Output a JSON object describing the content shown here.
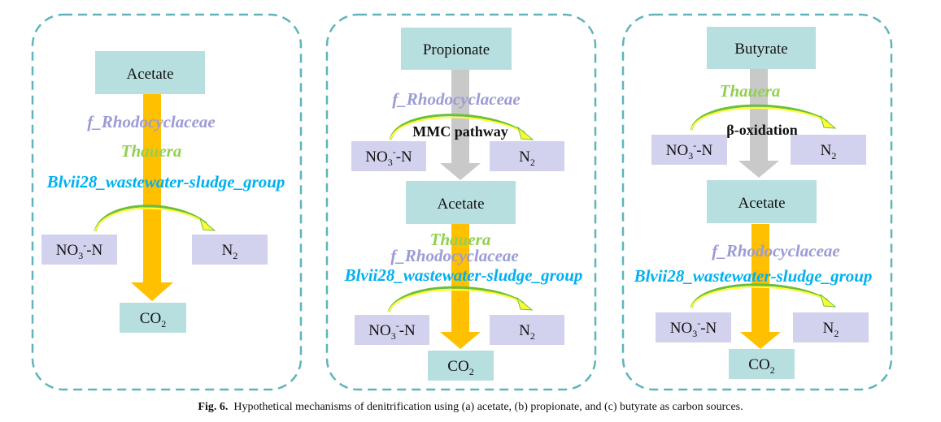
{
  "colors": {
    "border": "#5fb5bb",
    "carbon_box": "#b8dfe0",
    "nitrogen_box": "#d3d2ee",
    "arrow_orange": "#ffc000",
    "arrow_gray": "#c9c9c9",
    "rhodocyclaceae": "#9b9bd6",
    "thauera": "#92d050",
    "blvii28": "#00b0f0",
    "curve_green": "#8fce4f",
    "curve_yellow": "#ffff33"
  },
  "panel_a": {
    "substrate": "Acetate",
    "org1": "f_Rhodocyclaceae",
    "org2": "Thauera",
    "org3": "Blvii28_wastewater-sludge_group",
    "no3_main": "NO",
    "no3_sub": "3",
    "no3_sup": "-",
    "no3_tail": "-N",
    "n2_main": "N",
    "n2_sub": "2",
    "co2_main": "CO",
    "co2_sub": "2"
  },
  "panel_b": {
    "substrate": "Propionate",
    "org_top": "f_Rhodocyclaceae",
    "pathway": "MMC pathway",
    "no3_main": "NO",
    "no3_sub": "3",
    "no3_sup": "-",
    "no3_tail": "-N",
    "n2_main": "N",
    "n2_sub": "2",
    "intermediate": "Acetate",
    "org1": "Thauera",
    "org2": "f_Rhodocyclaceae",
    "org3": "Blvii28_wastewater-sludge_group",
    "no3b_main": "NO",
    "no3b_sub": "3",
    "no3b_sup": "-",
    "no3b_tail": "-N",
    "n2b_main": "N",
    "n2b_sub": "2",
    "co2_main": "CO",
    "co2_sub": "2"
  },
  "panel_c": {
    "substrate": "Butyrate",
    "org_top": "Thauera",
    "pathway": "β-oxidation",
    "no3_main": "NO",
    "no3_sub": "3",
    "no3_sup": "-",
    "no3_tail": "-N",
    "n2_main": "N",
    "n2_sub": "2",
    "intermediate": "Acetate",
    "org1": "f_Rhodocyclaceae",
    "org2": "Blvii28_wastewater-sludge_group",
    "no3b_main": "NO",
    "no3b_sub": "3",
    "no3b_sup": "-",
    "no3b_tail": "-N",
    "n2b_main": "N",
    "n2b_sub": "2",
    "co2_main": "CO",
    "co2_sub": "2"
  },
  "caption": {
    "label": "Fig. 6.",
    "text": "Hypothetical mechanisms of denitrification using (a) acetate, (b) propionate, and (c) butyrate as carbon sources."
  }
}
